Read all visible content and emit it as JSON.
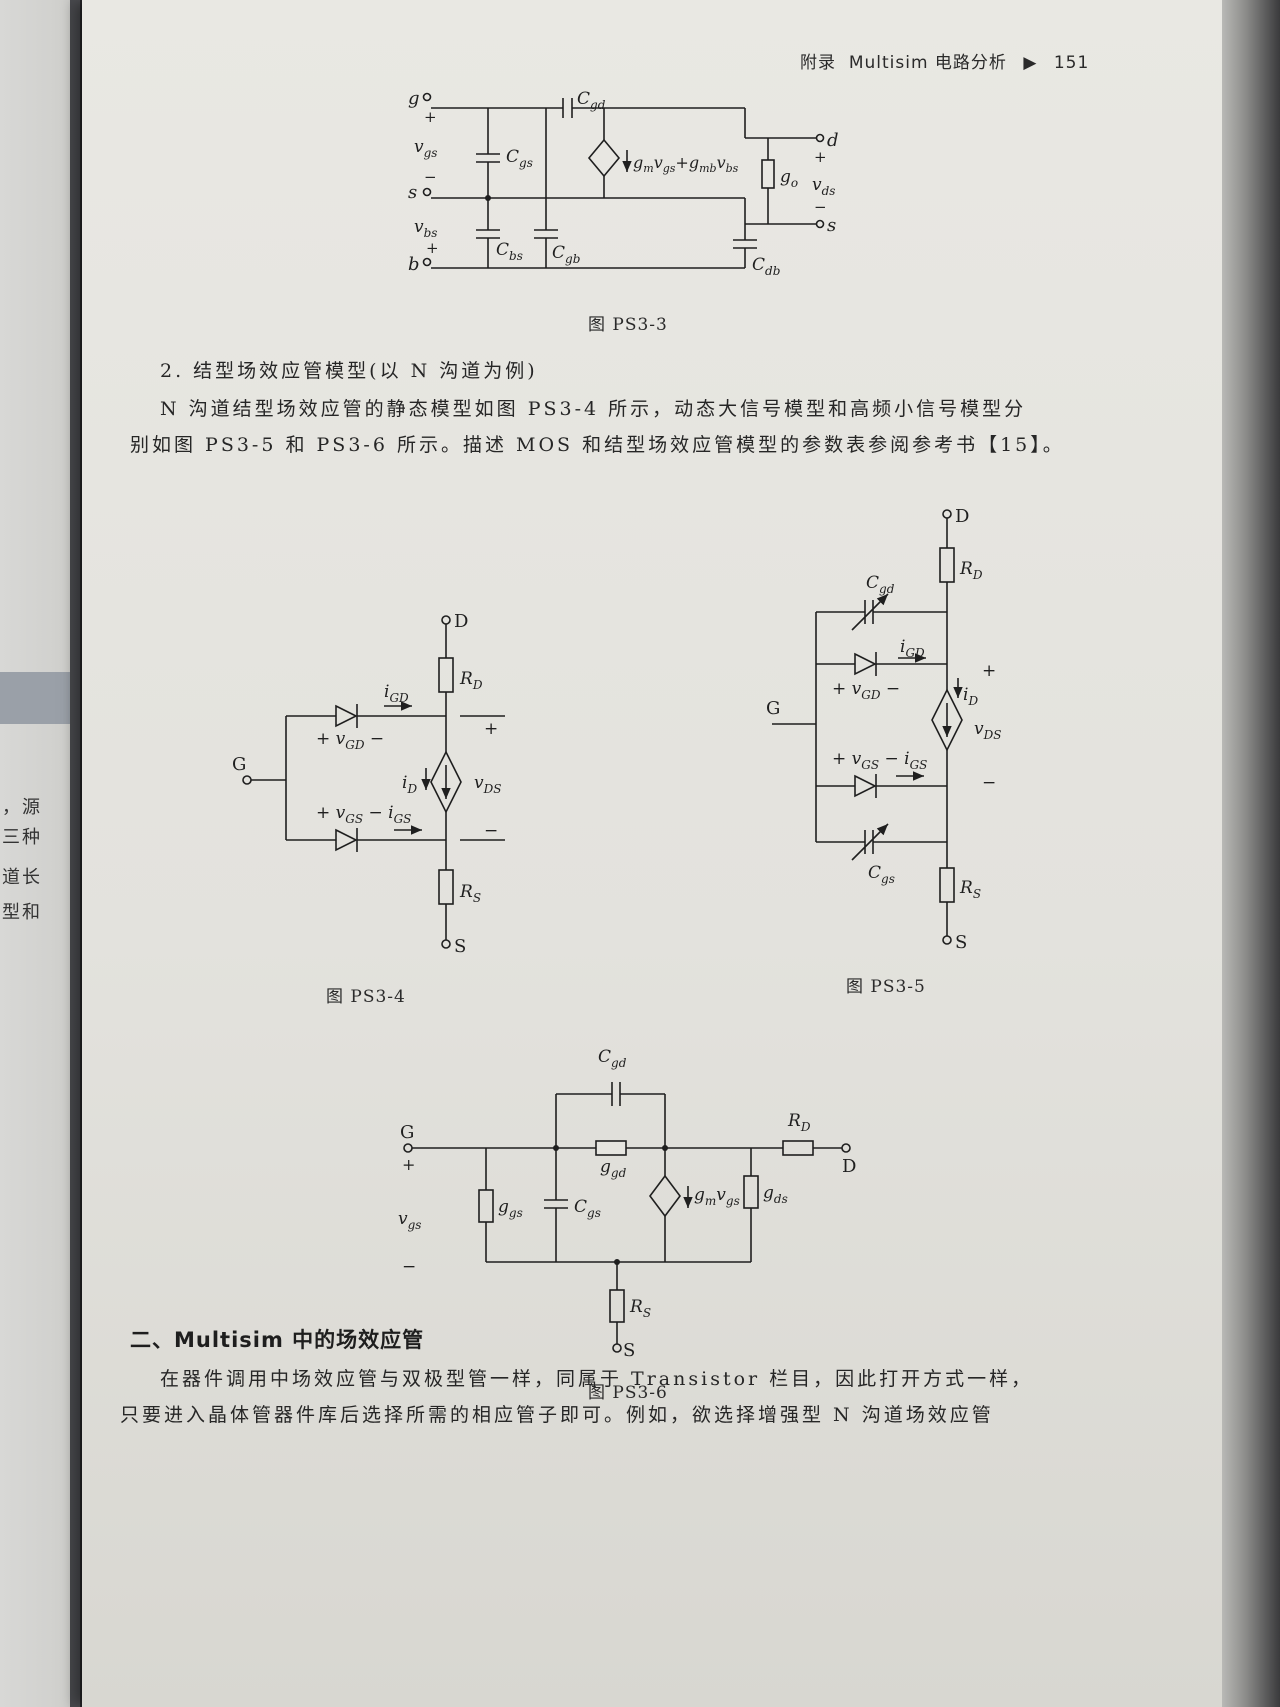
{
  "running_head": {
    "section": "附录",
    "title": "Multisim 电路分析",
    "marker": "▶",
    "page_number": "151"
  },
  "left_page_fragments": [
    "，源",
    "三种",
    "道长",
    "型和"
  ],
  "figures": {
    "ps3_3": {
      "caption": "图 PS3-3"
    },
    "ps3_4": {
      "caption": "图 PS3-4"
    },
    "ps3_5": {
      "caption": "图 PS3-5"
    },
    "ps3_6": {
      "caption": "图 PS3-6"
    }
  },
  "section2": {
    "heading": "2. 结型场效应管模型(以 N 沟道为例)",
    "lines": [
      "N 沟道结型场效应管的静态模型如图 PS3-4 所示，动态大信号模型和高频小信号模型分",
      "别如图 PS3-5 和 PS3-6 所示。描述 MOS 和结型场效应管模型的参数表参阅参考书【15】。"
    ]
  },
  "part2": {
    "heading": "二、Multisim 中的场效应管",
    "lines": [
      "在器件调用中场效应管与双极型管一样，同属于 Transistor 栏目，因此打开方式一样，",
      "只要进入晶体管器件库后选择所需的相应管子即可。例如，欲选择增强型 N 沟道场效应管"
    ]
  }
}
